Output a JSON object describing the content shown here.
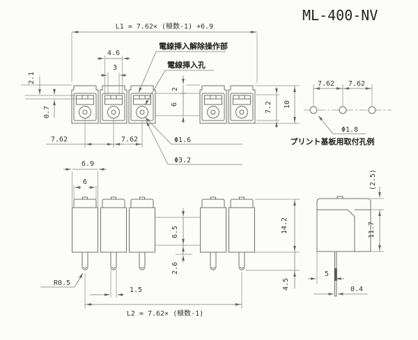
{
  "title": "ML-400-NV",
  "top_view": {
    "dim_l1": "L1 = 7.62× (極数-1) +6.9",
    "dim_slot_outer": "4.6",
    "dim_slot_inner": "3",
    "dim_top_offset": "2.1",
    "dim_slot_height": "0.7",
    "dim_pitch_1": "7.62",
    "dim_pitch_2": "7.62",
    "dim_panel_offset": "2",
    "dim_panel_opening": "6",
    "dim_depth_inner": "7.2",
    "dim_depth": "10",
    "label_release": "電線挿入解除操作部",
    "label_wire_hole": "電線挿入孔",
    "dia_wire_hole": "Φ1.6",
    "dia_outer_hole": "Φ3.2"
  },
  "pcb_view": {
    "dim_pitch_1": "7.62",
    "dim_pitch_2": "7.62",
    "dia_hole": "Φ1.8",
    "caption": "プリント基板用取付孔例"
  },
  "front_view": {
    "dim_body_width": "6.9",
    "dim_cap_width": "6",
    "dim_mid_height": "6.5",
    "dim_total_height": "14.2",
    "dim_lower_height": "2.6",
    "dim_pin_length": "4.5",
    "dim_pin_width": "1.5",
    "dim_pin_radius": "R0.5",
    "dim_l2": "L2 = 7.62× (極数-1)"
  },
  "side_view": {
    "dim_cap_height": "(2.5)",
    "dim_body_height": "11.7",
    "dim_pin_offset": "5",
    "dim_pin_thickness": "0.4"
  }
}
